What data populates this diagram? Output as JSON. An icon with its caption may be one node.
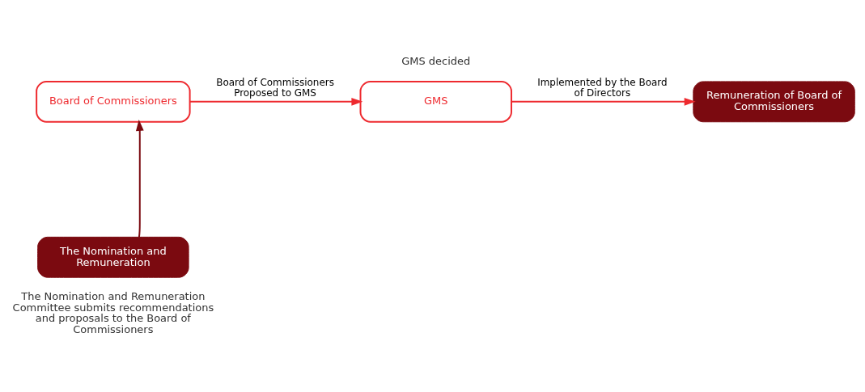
{
  "diagram": {
    "nodes": [
      {
        "text": [
          "Board of Commissioners"
        ]
      },
      {
        "text": [
          "GMS"
        ],
        "beside": [
          "GMS decided"
        ]
      },
      {
        "text": [
          "Remuneration of Board of Commissioners"
        ]
      },
      {
        "text": [
          "The Nomination and Remuneration"
        ],
        "beside": [
          "The Nomination and Remuneration Committee submits recommendations and proposals to the Board of Commissioners"
        ]
      }
    ],
    "edges": [
      {
        "from": 0,
        "to": 1,
        "arrow": "to",
        "label": "Board of Commissioners Proposed to GMS"
      },
      {
        "from": 1,
        "to": 2,
        "arrow": "to",
        "label": "Implemented by the Board of Directors"
      },
      {
        "from": 3,
        "to": 0,
        "arrow": "to",
        "color": "#7b0a10"
      }
    ]
  }
}
